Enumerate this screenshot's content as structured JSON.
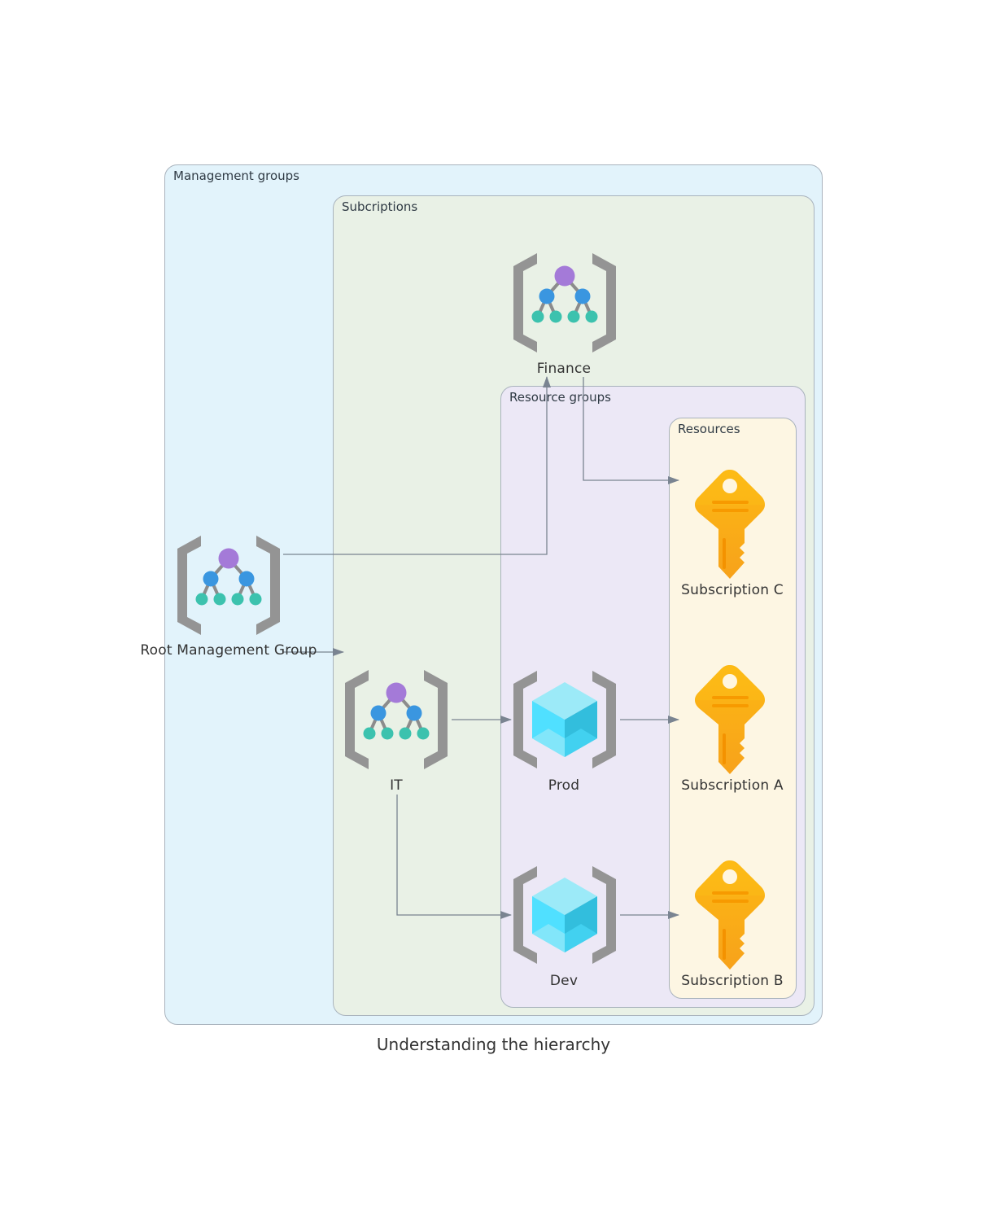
{
  "diagram": {
    "caption": "Understanding the hierarchy",
    "clusters": {
      "management_groups": "Management groups",
      "subscriptions": "Subcriptions",
      "resource_groups": "Resource groups",
      "resources": "Resources"
    },
    "nodes": {
      "root": {
        "label": "Root Management Group",
        "icon": "management-group-icon"
      },
      "finance": {
        "label": "Finance",
        "icon": "management-group-icon"
      },
      "it": {
        "label": "IT",
        "icon": "management-group-icon"
      },
      "prod": {
        "label": "Prod",
        "icon": "resource-group-icon"
      },
      "dev": {
        "label": "Dev",
        "icon": "resource-group-icon"
      },
      "sub_c": {
        "label": "Subscription C",
        "icon": "subscription-key-icon"
      },
      "sub_a": {
        "label": "Subscription A",
        "icon": "subscription-key-icon"
      },
      "sub_b": {
        "label": "Subscription B",
        "icon": "subscription-key-icon"
      }
    },
    "edges": [
      {
        "from": "Root Management Group",
        "to": "Finance"
      },
      {
        "from": "Root Management Group",
        "to": "IT"
      },
      {
        "from": "Finance",
        "to": "Subscription C"
      },
      {
        "from": "IT",
        "to": "Prod"
      },
      {
        "from": "IT",
        "to": "Dev"
      },
      {
        "from": "Prod",
        "to": "Subscription A"
      },
      {
        "from": "Dev",
        "to": "Subscription B"
      }
    ],
    "colors": {
      "edge": "#7a8491",
      "bracket": "#949494",
      "mg_top": "#a47ad8",
      "mg_mid": "#3a96e0",
      "mg_leaf": "#3cc2ae",
      "cube_light": "#9ceaf8",
      "cube_mid": "#50e0ff",
      "cube_dark": "#32bedd",
      "key_top": "#fdb913",
      "key_bottom": "#f7a21b"
    }
  }
}
